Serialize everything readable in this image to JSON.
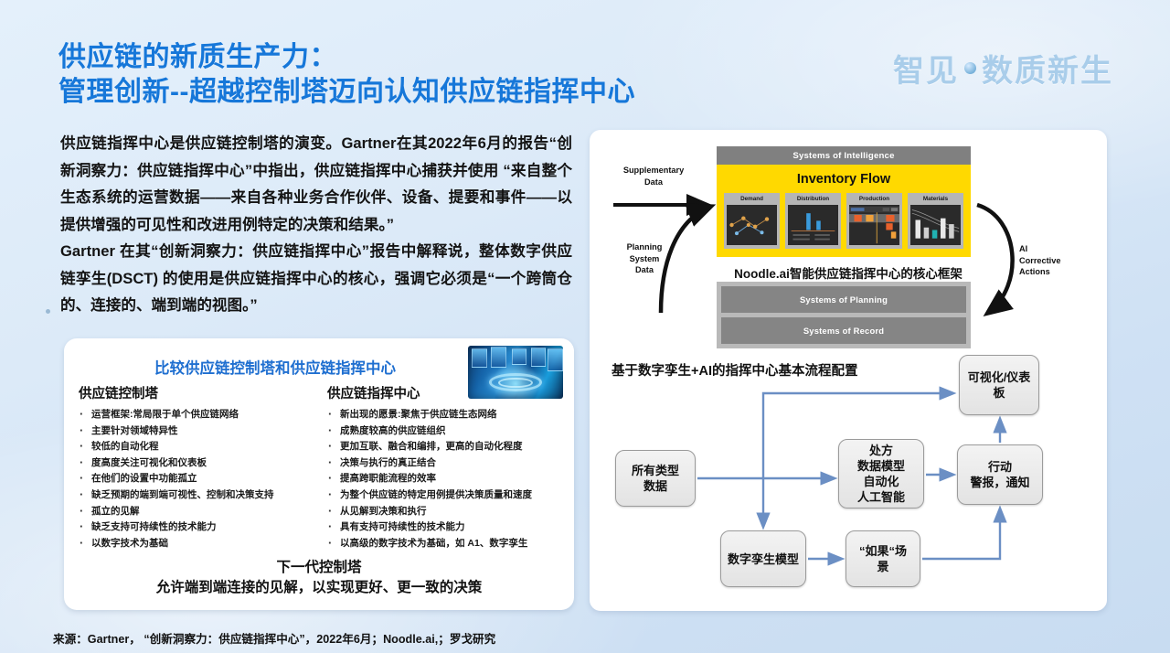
{
  "slide": {
    "title_line1": "供应链的新质生产力：",
    "title_line2": "管理创新--超越控制塔迈向认知供应链指挥中心",
    "brand": {
      "left": "智见",
      "right": "数质新生",
      "dot_icon": "globe-dot-icon"
    },
    "accent_color": "#1677d9",
    "background_color": "#dceaf8"
  },
  "body": {
    "paragraph1": "供应链指挥中心是供应链控制塔的演变。Gartner在其2022年6月的报告“创新洞察力：供应链指挥中心”中指出，供应链指挥中心捕获并使用 “来自整个生态系统的运营数据——来自各种业务合作伙伴、设备、提要和事件——以提供增强的可见性和改进用例特定的决策和结果。”",
    "paragraph2": "Gartner 在其“创新洞察力：供应链指挥中心”报告中解释说，整体数字供应链孪生(DSCT) 的使用是供应链指挥中心的核心，强调它必须是“一个跨筒仓的、连接的、端到端的视图。”"
  },
  "comparison": {
    "title": "比较供应链控制塔和供应链指挥中心",
    "thumbnail_name": "control-room-photo",
    "left_heading": "供应链控制塔",
    "right_heading": "供应链指挥中心",
    "left_items": [
      "运营框架:常局限于单个供应链网络",
      "主要针对领域特异性",
      "较低的自动化程",
      "度高度关注可视化和仪表板",
      "在他们的设置中功能孤立",
      "缺乏预期的端到端可视性、控制和决策支持",
      "孤立的见解",
      "缺乏支持可持续性的技术能力",
      "以数字技术为基础"
    ],
    "right_items": [
      "新出现的愿景:聚焦于供应链生态网络",
      "成熟度较高的供应链组织",
      "更加互联、融合和编排，更高的自动化程度",
      "决策与执行的真正结合",
      "提高跨职能流程的效率",
      "为整个供应链的特定用例提供决策质量和速度",
      "从见解到决策和执行",
      "具有支持可持续性的技术能力",
      "以高级的数字技术为基础，如 A1、数字孪生"
    ],
    "footer_line1": "下一代控制塔",
    "footer_line2": "允许端到端连接的见解，以实现更好、更一致的决策"
  },
  "framework": {
    "header_bar": "Systems of Intelligence",
    "inventory_title": "Inventory Flow",
    "cards": [
      {
        "label": "Demand",
        "chart": "network-graph"
      },
      {
        "label": "Distribution",
        "chart": "bar-chart"
      },
      {
        "label": "Production",
        "chart": "gantt-chart"
      },
      {
        "label": "Materials",
        "chart": "column-chart"
      }
    ],
    "caption": "Noodle.ai智能供应链指挥中心的核心框架",
    "lower_bars": [
      "Systems of Planning",
      "Systems of Record"
    ],
    "label_supplementary": "Supplementary\nData",
    "label_supplementary_l1": "Supplementary",
    "label_supplementary_l2": "Data",
    "label_planning_l1": "Planning",
    "label_planning_l2": "System",
    "label_planning_l3": "Data",
    "label_ai_l1": "AI",
    "label_ai_l2": "Corrective",
    "label_ai_l3": "Actions",
    "yellow_color": "#ffd900",
    "gray_color": "#808080"
  },
  "flowchart": {
    "title": "基于数字孪生+AI的指挥中心基本流程配置",
    "nodes": [
      {
        "id": "data",
        "label": "所有类型\n数据",
        "text": "所有类型 数据"
      },
      {
        "id": "model",
        "label": "数字孪生模型",
        "text": "数字孪生模 型"
      },
      {
        "id": "rx",
        "label": "处方 数据模型 自动化 人工智能",
        "text": "处方 数据模型 自动化 人工智能"
      },
      {
        "id": "what",
        "label": "“如果“场景",
        "text": "“如果“场 景"
      },
      {
        "id": "action",
        "label": "行动 警报，通知",
        "text": "行动 警报，通知"
      },
      {
        "id": "viz",
        "label": "可视化/仪表板",
        "text": "可视化/仪表 板"
      }
    ],
    "node_data_l1": "所有类型",
    "node_data_l2": "数据",
    "node_model": "数字孪生模型",
    "node_rx_l1": "处方",
    "node_rx_l2": "数据模型",
    "node_rx_l3": "自动化",
    "node_rx_l4": "人工智能",
    "node_what_l1": "“如果“场",
    "node_what_l2": "景",
    "node_action_l1": "行动",
    "node_action_l2": "警报，通知",
    "node_viz_l1": "可视化/仪表",
    "node_viz_l2": "板",
    "edge_color": "#6b8fc4"
  },
  "footer": {
    "source": "来源：Gartner， “创新洞察力：供应链指挥中心”，2022年6月；Noodle.ai,；罗戈研究"
  }
}
